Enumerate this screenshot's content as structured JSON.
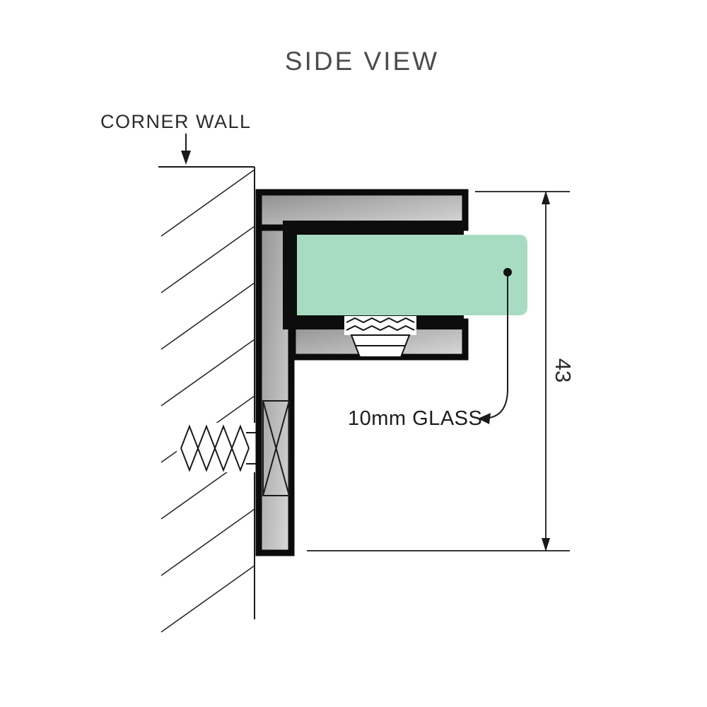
{
  "title": "SIDE VIEW",
  "wall": {
    "label": "CORNER WALL"
  },
  "glass": {
    "label": "10mm GLASS"
  },
  "dimension": {
    "value": "43"
  },
  "colors": {
    "glass_fill": "#a7dcc2",
    "metal_dark": "#8e8e8e",
    "metal_light": "#dadada",
    "line": "#1a1a1a"
  }
}
